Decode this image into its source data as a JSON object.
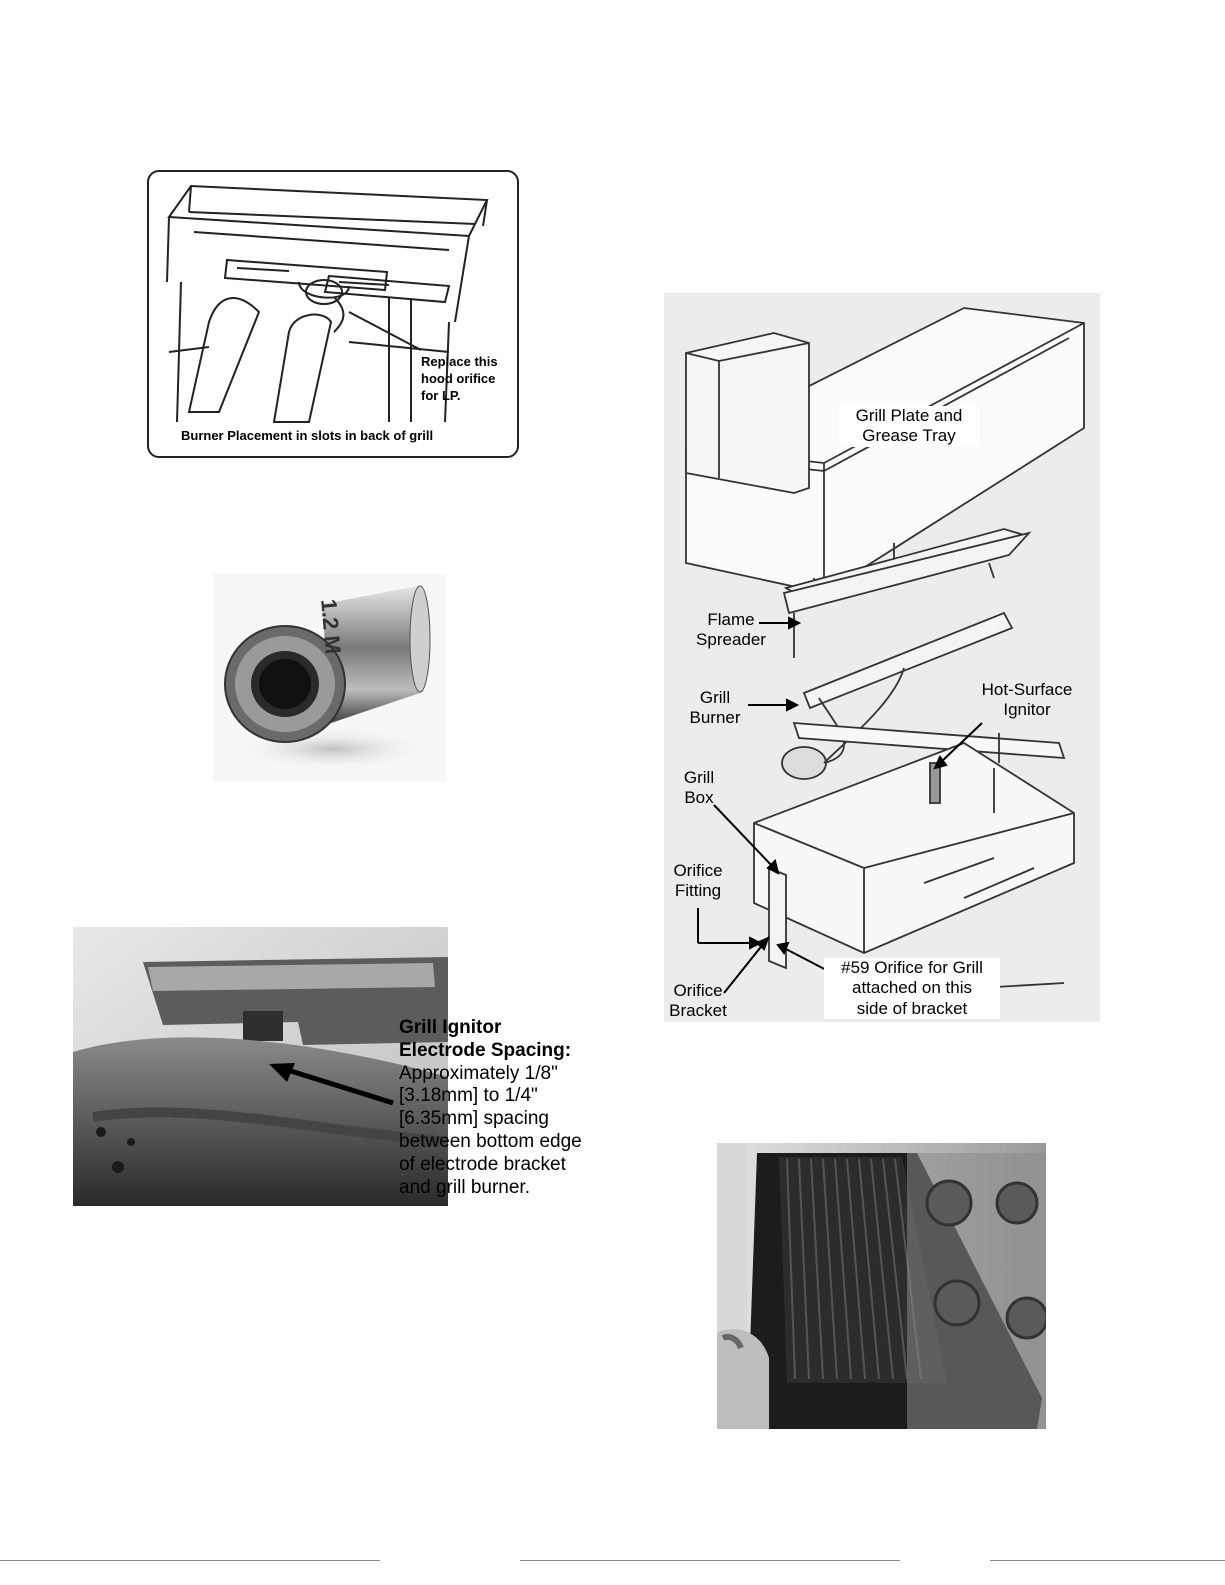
{
  "burner_figure": {
    "callout": [
      "Replace this",
      "hood orifice",
      "for LP."
    ],
    "caption": "Burner Placement in slots in back of grill"
  },
  "orifice_photo": {
    "stamp": "1.2 M"
  },
  "electrode_figure": {
    "title_lines": [
      "Grill Ignitor",
      "Electrode Spacing:"
    ],
    "body_lines": [
      "Approximately 1/8\"",
      "[3.18mm] to 1/4\"",
      "[6.35mm] spacing",
      "between bottom edge",
      "of electrode bracket",
      "and grill burner."
    ]
  },
  "exploded_figure": {
    "grill_plate": [
      "Grill Plate and",
      "Grease Tray"
    ],
    "flame_spreader": [
      "Flame",
      "Spreader"
    ],
    "grill_burner": [
      "Grill",
      "Burner"
    ],
    "hot_surface": [
      "Hot-Surface",
      "Ignitor"
    ],
    "grill_box": [
      "Grill",
      "Box"
    ],
    "orifice_fitting": [
      "Orifice",
      "Fitting"
    ],
    "orifice_bracket": [
      "Orifice",
      "Bracket"
    ],
    "orifice_note": [
      "#59 Orifice for Grill",
      "attached on this",
      "side of bracket"
    ]
  }
}
